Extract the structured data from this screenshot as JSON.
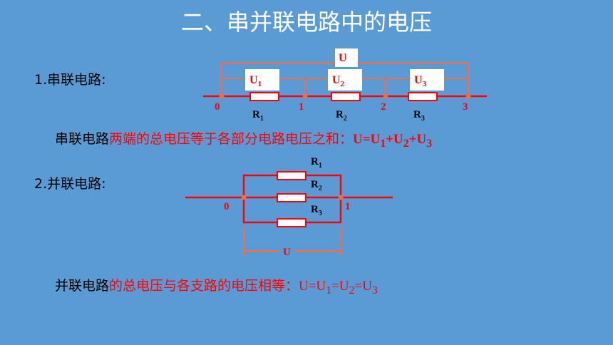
{
  "title": "二、串并联电路中的电压",
  "series_section": {
    "heading": "1.串联电路:",
    "total_label": "U",
    "voltage_labels": [
      "U",
      "U",
      "U"
    ],
    "voltage_subs": [
      "1",
      "2",
      "3"
    ],
    "nodes": [
      "0",
      "1",
      "2",
      "3"
    ],
    "resistor_labels": [
      "R",
      "R",
      "R"
    ],
    "resistor_subs": [
      "1",
      "2",
      "3"
    ],
    "statement_black": "串联电路",
    "statement_red": "两端的总电压等于各部分电路电压之和：",
    "formula": [
      "U=U",
      "1",
      "+U",
      "2",
      "+U",
      "3"
    ]
  },
  "parallel_section": {
    "heading": "2.并联电路:",
    "resistor_labels": [
      "R",
      "R",
      "R"
    ],
    "resistor_subs": [
      "1",
      "2",
      "3"
    ],
    "nodes": [
      "0",
      "1"
    ],
    "voltage_label": "U",
    "statement_black": "并联电路",
    "statement_red": "的总电压与各支路的电压相等：",
    "formula": [
      "U=U",
      "1",
      "=U",
      "2",
      "=U",
      "3"
    ]
  },
  "colors": {
    "background": "#5b9bd5",
    "wire": "#ff0000",
    "bracket": "#ff6a3d",
    "resistor_fill": "#ffffff",
    "label_red": "#ff0000"
  }
}
